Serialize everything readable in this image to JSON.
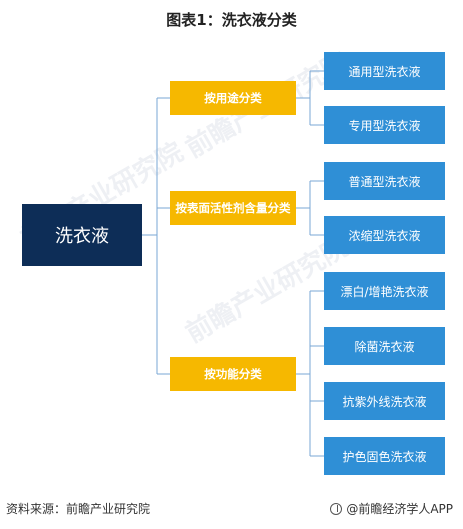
{
  "title": "图表1：洗衣液分类",
  "root": "洗衣液",
  "categories": [
    {
      "label": "按用途分类",
      "leaves": [
        "通用型洗衣液",
        "专用型洗衣液"
      ]
    },
    {
      "label": "按表面活性剂含量分类",
      "leaves": [
        "普通型洗衣液",
        "浓缩型洗衣液"
      ]
    },
    {
      "label": "按功能分类",
      "leaves": [
        "漂白/增艳洗衣液",
        "除菌洗衣液",
        "抗紫外线洗衣液",
        "护色固色洗衣液"
      ]
    }
  ],
  "watermark": "前瞻产业研究院",
  "footer": {
    "source": "资料来源：前瞻产业研究院",
    "brand": "@前瞻经济学人APP"
  },
  "colors": {
    "root": "#0d2d57",
    "category": "#f6b800",
    "leaf": "#2f8fd6",
    "connector": "#7aa7d4"
  }
}
